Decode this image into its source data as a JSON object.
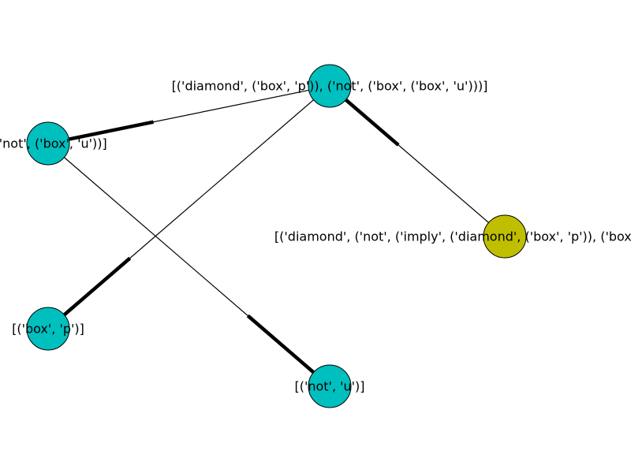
{
  "graph": {
    "colors": {
      "node_default": "#00bfbf",
      "node_highlight": "#bfbf00",
      "edge": "#000000",
      "node_stroke": "#000000"
    },
    "nodes": [
      {
        "id": "n1",
        "label": "[('diamond', ('box', 'p')), ('not', ('box', ('box', 'u')))]",
        "highlight": false
      },
      {
        "id": "n2",
        "label": "[('not', ('box', 'u'))]",
        "highlight": false
      },
      {
        "id": "n3",
        "label": "[('diamond', ('not', ('imply', ('diamond', ('box', 'p')), ('box', ('box', 'u'))))))]",
        "highlight": true
      },
      {
        "id": "n4",
        "label": "[('box', 'p')]",
        "highlight": false
      },
      {
        "id": "n5",
        "label": "[('not', 'u')]",
        "highlight": false
      }
    ],
    "edges": [
      {
        "source": "n1",
        "target": "n2"
      },
      {
        "source": "n3",
        "target": "n1"
      },
      {
        "source": "n1",
        "target": "n4"
      },
      {
        "source": "n2",
        "target": "n5"
      }
    ]
  }
}
